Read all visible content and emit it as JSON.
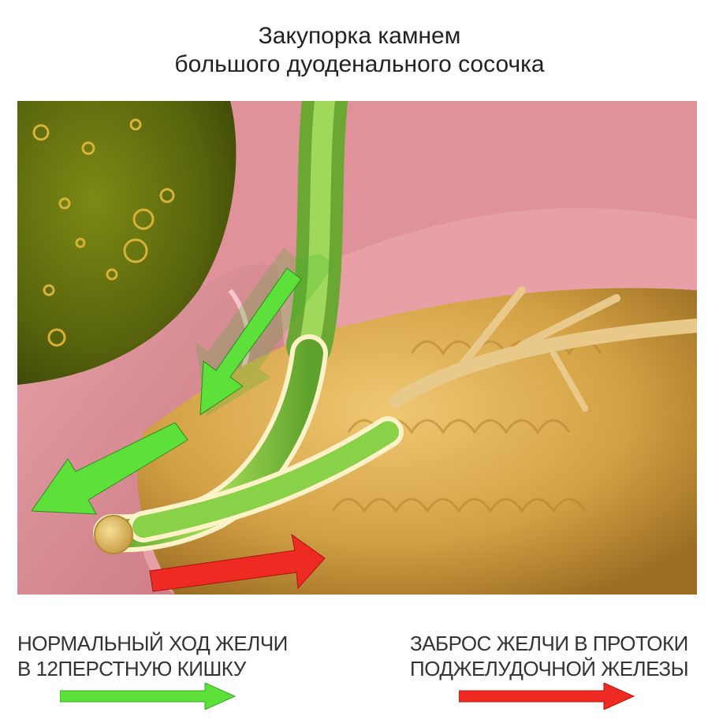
{
  "title": {
    "line1": "Закупорка камнем",
    "line2": "большого дуоденального сосочка"
  },
  "legend": {
    "normal": {
      "line1": "НОРМАЛЬНЫЙ ХОД ЖЕЛЧИ",
      "line2": "В 12ПЕРСТНУЮ КИШКУ",
      "color": "#5ee03a"
    },
    "reflux": {
      "line1": "ЗАБРОС ЖЕЛЧИ В ПРОТОКИ",
      "line2": "ПОДЖЕЛУДОЧНОЙ ЖЕЛЕЗЫ",
      "color": "#ee2a22"
    }
  },
  "colors": {
    "gallbladder": "#5c6a0e",
    "bile_duct": "#7fc23a",
    "duodenum": "#d98a92",
    "pancreas": "#d9a94a",
    "stone": "#e6c36a"
  }
}
